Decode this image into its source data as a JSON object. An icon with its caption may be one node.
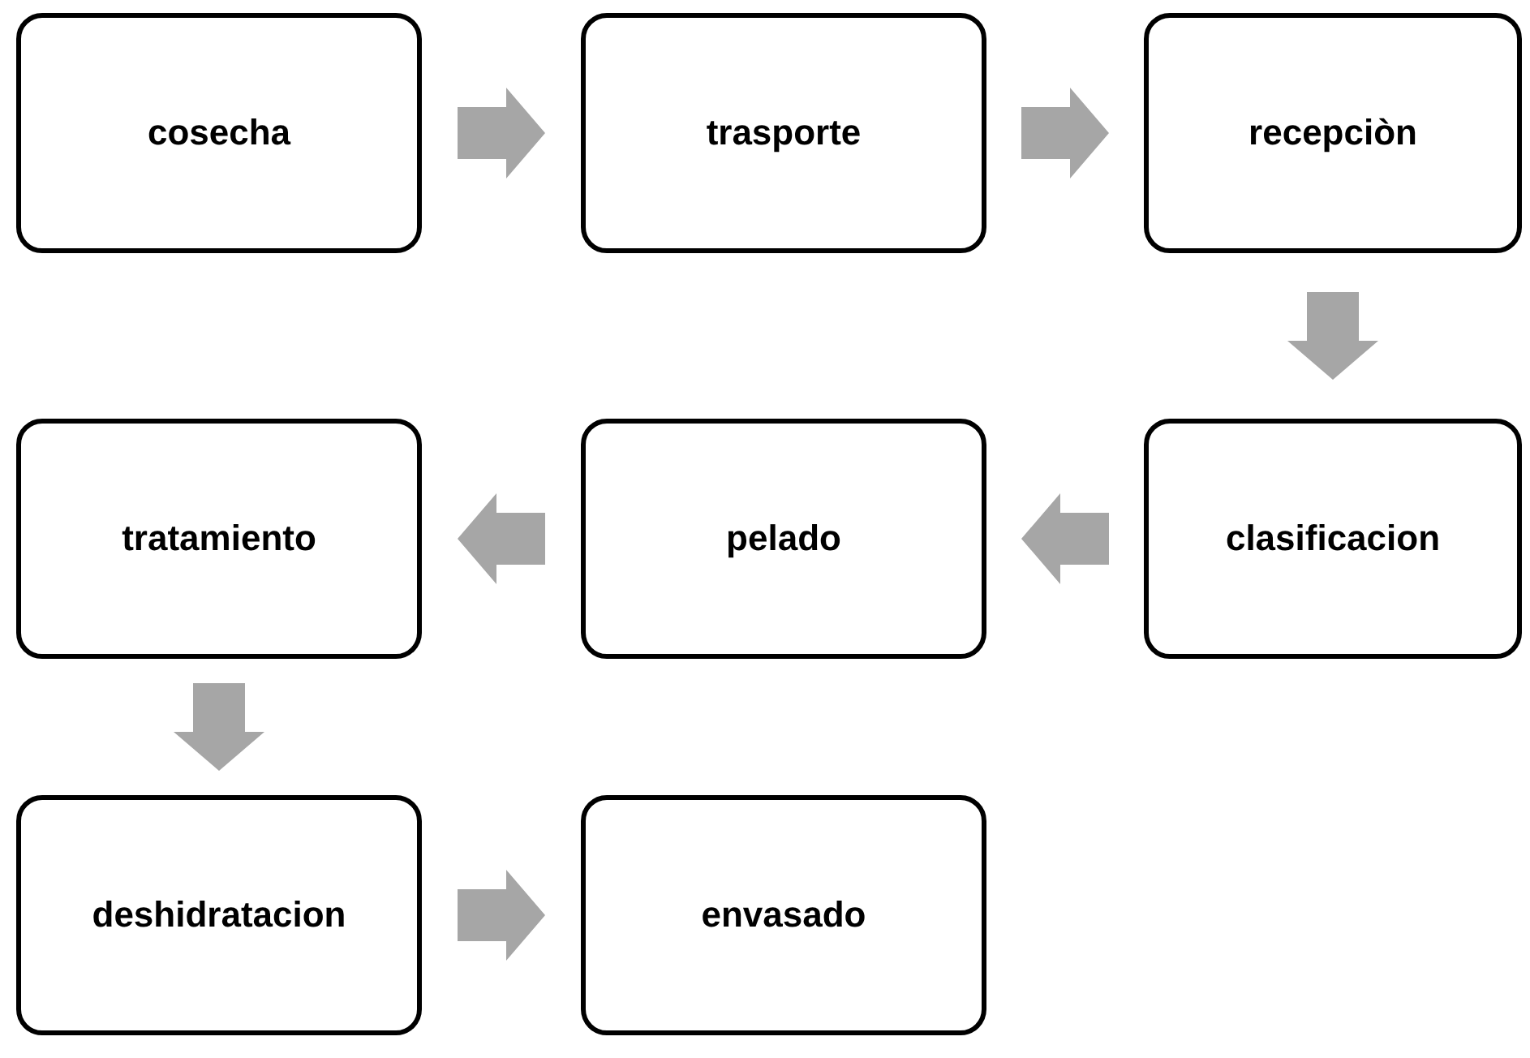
{
  "diagram": {
    "nodes": [
      {
        "text": [
          "cosecha"
        ]
      },
      {
        "text": [
          "trasporte"
        ]
      },
      {
        "text": [
          "recepciòn"
        ]
      },
      {
        "text": [
          "tratamiento"
        ]
      },
      {
        "text": [
          "pelado"
        ]
      },
      {
        "text": [
          "clasificacion"
        ]
      },
      {
        "text": [
          "deshidratacion"
        ]
      },
      {
        "text": [
          "envasado"
        ]
      }
    ],
    "edges": [
      {
        "from": 0,
        "to": 1,
        "arrow": "to"
      },
      {
        "from": 1,
        "to": 2,
        "arrow": "to"
      },
      {
        "from": 2,
        "to": 5,
        "arrow": "to"
      },
      {
        "from": 5,
        "to": 4,
        "arrow": "to"
      },
      {
        "from": 4,
        "to": 3,
        "arrow": "to"
      },
      {
        "from": 3,
        "to": 6,
        "arrow": "to"
      },
      {
        "from": 6,
        "to": 7,
        "arrow": "to"
      }
    ]
  }
}
